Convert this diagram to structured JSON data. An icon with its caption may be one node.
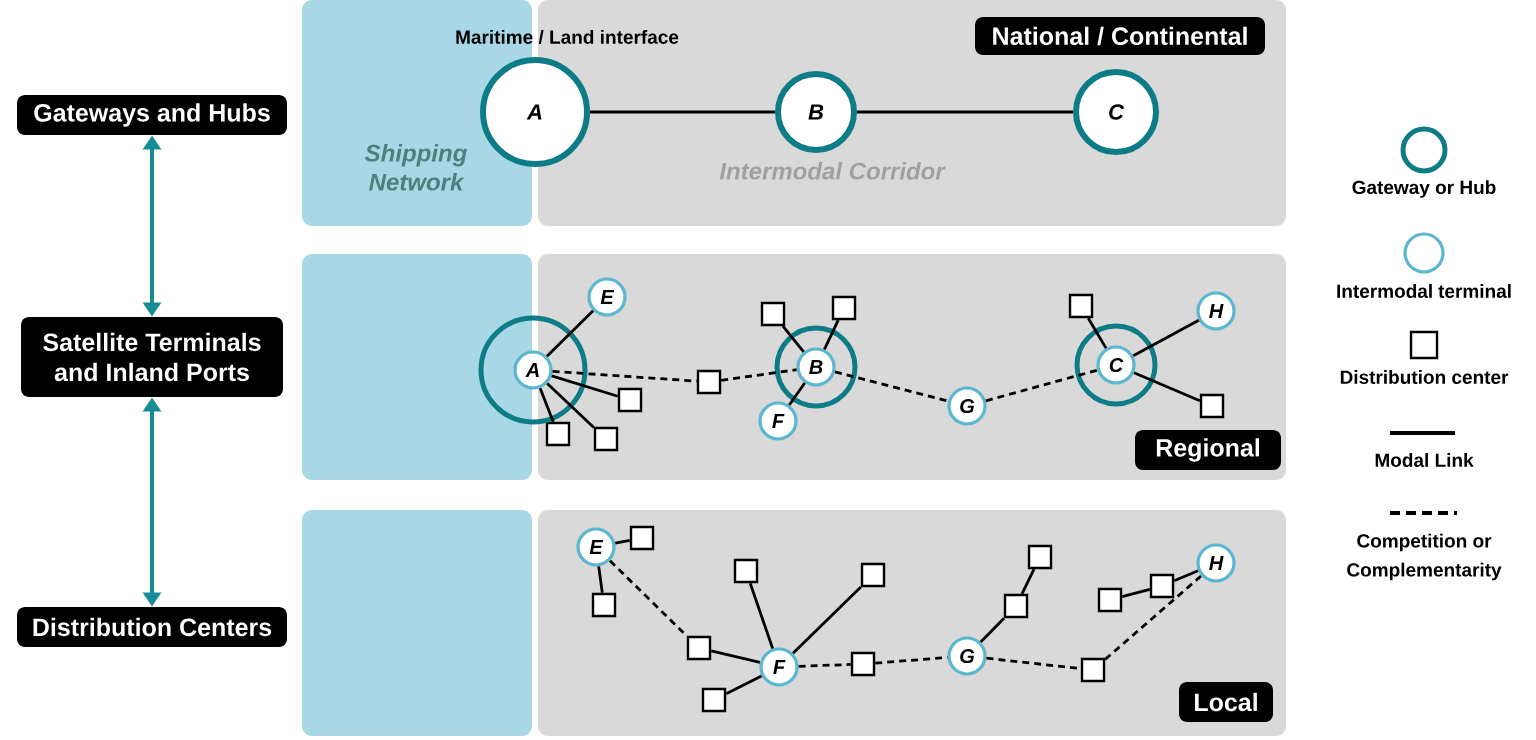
{
  "diagram": {
    "nodes": [
      {
        "text": [
          "Gateways and Hubs"
        ]
      },
      {
        "text": [
          "Satellite Terminals and Inland Ports"
        ]
      },
      {
        "text": [
          "Distribution Centers"
        ]
      },
      {
        "text": [
          "Shipping Network"
        ]
      },
      {
        "text": [
          "Intermodal Corridor"
        ]
      },
      {
        "text": [
          "National / Continental"
        ],
        "in": 4
      },
      {
        "text": [
          "A"
        ]
      },
      {
        "text": [
          "B"
        ],
        "in": 4
      },
      {
        "text": [
          "C"
        ],
        "in": 4
      },
      {
        "text": [],
        "shape": "box"
      },
      {
        "text": [],
        "shape": "box"
      },
      {
        "text": [
          "Regional"
        ],
        "in": 10
      },
      {
        "text": [],
        "shape": "circle"
      },
      {
        "text": [
          "A"
        ],
        "in": 12
      },
      {
        "text": [
          "E"
        ],
        "in": 10
      },
      {
        "text": [],
        "shape": "box",
        "in": 10
      },
      {
        "text": [],
        "shape": "box",
        "in": 10
      },
      {
        "text": [],
        "shape": "box",
        "in": 10
      },
      {
        "text": [],
        "shape": "box",
        "in": 10
      },
      {
        "text": [],
        "shape": "circle",
        "in": 10
      },
      {
        "text": [
          "B"
        ],
        "in": 19
      },
      {
        "text": [],
        "shape": "box",
        "in": 10
      },
      {
        "text": [],
        "shape": "box",
        "in": 10
      },
      {
        "text": [
          "F"
        ],
        "in": 10
      },
      {
        "text": [
          "G"
        ],
        "in": 10
      },
      {
        "text": [],
        "shape": "circle",
        "in": 10
      },
      {
        "text": [
          "C"
        ],
        "in": 25
      },
      {
        "text": [],
        "shape": "box",
        "in": 10
      },
      {
        "text": [
          "H"
        ],
        "in": 10
      },
      {
        "text": [],
        "shape": "box",
        "in": 10
      },
      {
        "text": [],
        "shape": "box"
      },
      {
        "text": [],
        "shape": "box"
      },
      {
        "text": [
          "Local"
        ],
        "in": 31
      },
      {
        "text": [
          "E"
        ],
        "in": 31
      },
      {
        "text": [],
        "shape": "box",
        "in": 31
      },
      {
        "text": [],
        "shape": "box",
        "in": 31
      },
      {
        "text": [],
        "shape": "box",
        "in": 31
      },
      {
        "text": [],
        "shape": "box",
        "in": 31
      },
      {
        "text": [],
        "shape": "box",
        "in": 31
      },
      {
        "text": [
          "F"
        ],
        "in": 31
      },
      {
        "text": [],
        "shape": "box",
        "in": 31
      },
      {
        "text": [],
        "shape": "box",
        "in": 31
      },
      {
        "text": [
          "G"
        ],
        "in": 31
      },
      {
        "text": [],
        "shape": "box",
        "in": 31
      },
      {
        "text": [],
        "shape": "box",
        "in": 31
      },
      {
        "text": [],
        "shape": "box",
        "in": 31
      },
      {
        "text": [],
        "shape": "box",
        "in": 31
      },
      {
        "text": [],
        "shape": "box",
        "in": 31
      },
      {
        "text": [
          "H"
        ],
        "in": 31
      }
    ],
    "edges": [
      {
        "from": 0,
        "to": 1,
        "arrow": "both",
        "color": "#168c96"
      },
      {
        "from": 1,
        "to": 2,
        "arrow": "both",
        "color": "#168c96"
      },
      {
        "from": 6,
        "to": 7,
        "arrow": "none"
      },
      {
        "from": 7,
        "to": 8,
        "arrow": "none"
      },
      {
        "from": 13,
        "to": 14,
        "arrow": "none"
      },
      {
        "from": 13,
        "to": 15,
        "arrow": "none"
      },
      {
        "from": 13,
        "to": 16,
        "arrow": "none"
      },
      {
        "from": 13,
        "to": 17,
        "arrow": "none"
      },
      {
        "from": 13,
        "to": 18,
        "arrow": "none",
        "style": "dashed"
      },
      {
        "from": 18,
        "to": 20,
        "arrow": "none",
        "style": "dashed"
      },
      {
        "from": 20,
        "to": 21,
        "arrow": "none"
      },
      {
        "from": 20,
        "to": 22,
        "arrow": "none"
      },
      {
        "from": 20,
        "to": 23,
        "arrow": "none"
      },
      {
        "from": 20,
        "to": 24,
        "arrow": "none",
        "style": "dashed"
      },
      {
        "from": 24,
        "to": 26,
        "arrow": "none",
        "style": "dashed"
      },
      {
        "from": 26,
        "to": 27,
        "arrow": "none"
      },
      {
        "from": 26,
        "to": 28,
        "arrow": "none"
      },
      {
        "from": 26,
        "to": 29,
        "arrow": "none"
      },
      {
        "from": 33,
        "to": 34,
        "arrow": "none"
      },
      {
        "from": 33,
        "to": 35,
        "arrow": "none"
      },
      {
        "from": 33,
        "to": 36,
        "arrow": "none",
        "style": "dashed"
      },
      {
        "from": 36,
        "to": 39,
        "arrow": "none"
      },
      {
        "from": 37,
        "to": 39,
        "arrow": "none"
      },
      {
        "from": 38,
        "to": 39,
        "arrow": "none"
      },
      {
        "from": 40,
        "to": 39,
        "arrow": "none"
      },
      {
        "from": 39,
        "to": 41,
        "arrow": "none",
        "style": "dashed"
      },
      {
        "from": 41,
        "to": 42,
        "arrow": "none",
        "style": "dashed"
      },
      {
        "from": 42,
        "to": 43,
        "arrow": "none"
      },
      {
        "from": 43,
        "to": 44,
        "arrow": "none"
      },
      {
        "from": 42,
        "to": 45,
        "arrow": "none",
        "style": "dashed"
      },
      {
        "from": 45,
        "to": 48,
        "arrow": "none",
        "style": "dashed"
      },
      {
        "from": 46,
        "to": 47,
        "arrow": "none"
      },
      {
        "from": 47,
        "to": 48,
        "arrow": "none"
      }
    ],
    "labels": [
      "Maritime / Land interface"
    ],
    "legend": [
      {
        "text": "Gateway or Hub"
      },
      {
        "text": "Intermodal terminal"
      },
      {
        "text": "Distribution center"
      },
      {
        "text": "Modal Link"
      },
      {
        "text": "Competition or Complementarity"
      }
    ]
  }
}
